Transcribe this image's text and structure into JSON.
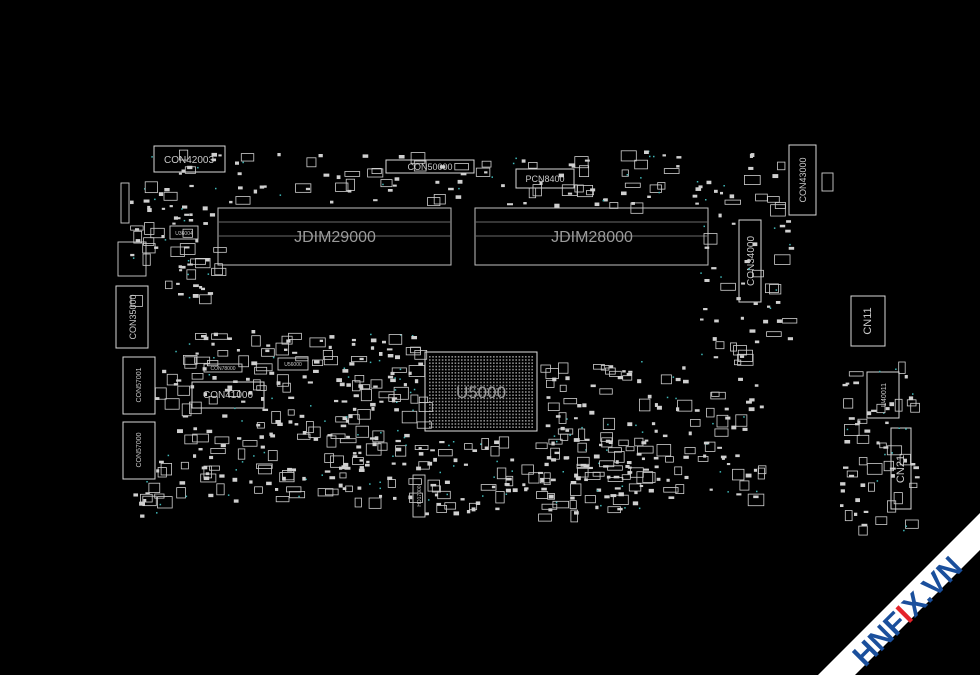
{
  "board": {
    "refdes": {
      "con42003": "CON42003",
      "con50000": "CON50000",
      "pcn8400": "PCN8400",
      "con43000": "CON43000",
      "jdim29000": "JDIM29000",
      "jdim28000": "JDIM28000",
      "con34000": "CON34000",
      "con35000": "CON35000",
      "con57001": "CON57001",
      "con57000": "CON57000",
      "con41000": "CON41000",
      "u5000": "U5000",
      "cn11": "CN11",
      "cn21": "CN21",
      "u40011": "U40011",
      "u36004": "U36004",
      "con78000": "CON78000",
      "u56000": "U56000",
      "hd17000": "HD17000"
    }
  },
  "watermark": {
    "text_part1": "HNF",
    "text_mark": "I",
    "text_part2": "X.VN",
    "band_color": "#ffffff",
    "text_color": "#1a4f9c",
    "accent_color": "#e4232a"
  }
}
